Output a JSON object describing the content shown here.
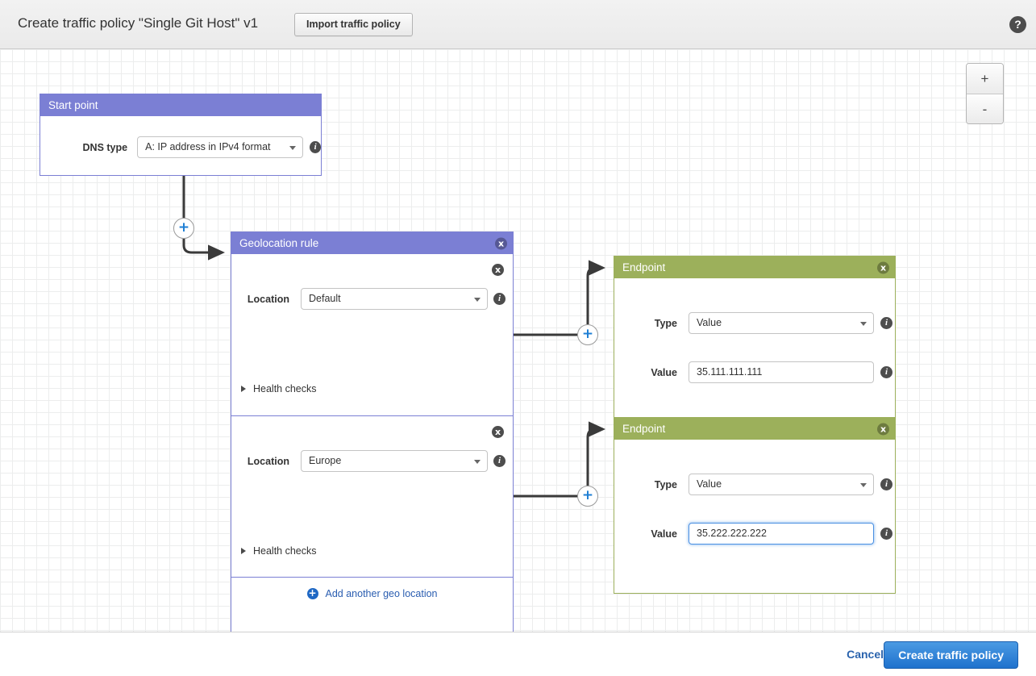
{
  "header": {
    "title": "Create traffic policy \"Single Git Host\" v1",
    "import_button": "Import traffic policy",
    "help_icon": "?"
  },
  "zoom_controls": {
    "zoom_in": "+",
    "zoom_out": "-"
  },
  "colors": {
    "rule_header": "#7b7fd4",
    "endpoint_header": "#9cb05b",
    "primary_button": "#1f72cd",
    "link": "#2a5db0",
    "focus_ring": "#4a90e2"
  },
  "start_point": {
    "title": "Start point",
    "dns_type_label": "DNS type",
    "dns_type_value": "A: IP address in IPv4 format",
    "info_icon": "i"
  },
  "geolocation_rule": {
    "title": "Geolocation rule",
    "delete_icon": "x",
    "locations": [
      {
        "label": "Location",
        "value": "Default",
        "health_checks_label": "Health checks",
        "delete_icon": "x",
        "info_icon": "i"
      },
      {
        "label": "Location",
        "value": "Europe",
        "health_checks_label": "Health checks",
        "delete_icon": "x",
        "info_icon": "i"
      }
    ],
    "add_location_label": "Add another geo location",
    "add_location_icon": "+"
  },
  "endpoints": [
    {
      "title": "Endpoint",
      "delete_icon": "x",
      "type_label": "Type",
      "type_value": "Value",
      "value_label": "Value",
      "value": "35.111.111.111",
      "focused": false,
      "info_icon": "i"
    },
    {
      "title": "Endpoint",
      "delete_icon": "x",
      "type_label": "Type",
      "type_value": "Value",
      "value_label": "Value",
      "value": "35.222.222.222",
      "focused": true,
      "info_icon": "i"
    }
  ],
  "connectors": {
    "add_icon": "+"
  },
  "footer": {
    "cancel_label": "Cancel",
    "create_label": "Create traffic policy"
  }
}
